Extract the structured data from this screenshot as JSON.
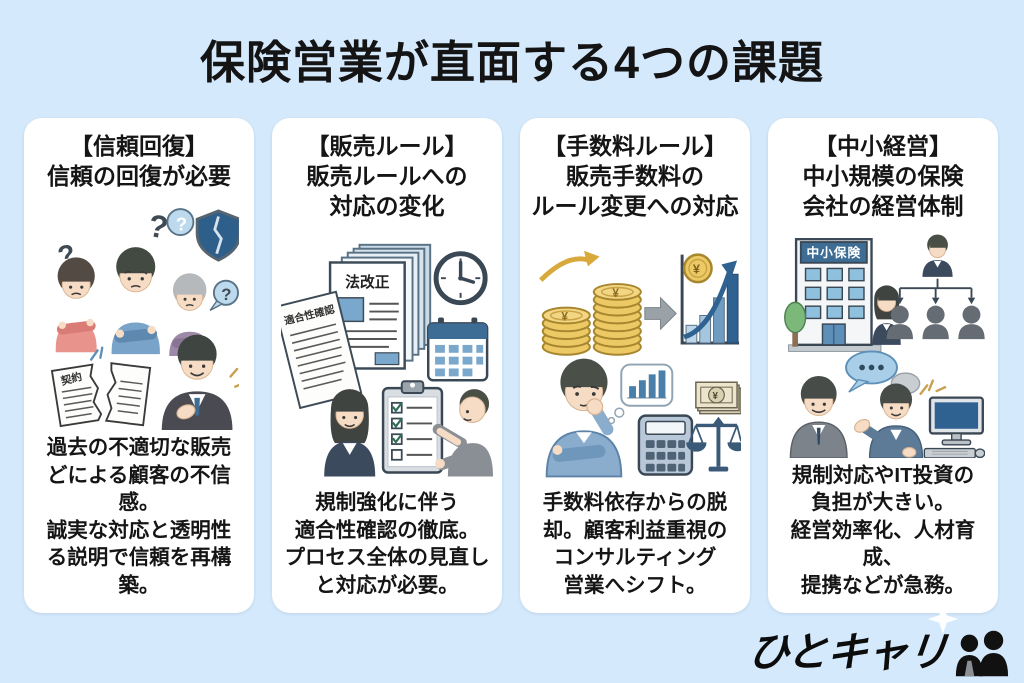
{
  "page": {
    "title": "保険営業が直面する4つの課題"
  },
  "colors": {
    "background": "#d5e9fc",
    "card": "#ffffff",
    "text": "#151515",
    "accent_blue": "#3d6d94",
    "light_blue": "#8fc0dd",
    "gold": "#ecc964"
  },
  "cards": [
    {
      "heading": "【信頼回復】\n信頼の回復が必要",
      "body": "過去の不適切な販売\nどによる顧客の不信感。\n誠実な対応と透明性\nる説明で信頼を再構築。",
      "labels": {
        "question": "?",
        "contract": "契約"
      }
    },
    {
      "heading": "【販売ルール】\n販売ルールへの\n対応の変化",
      "body": "規制強化に伴う\n適合性確認の徹底。\nプロセス全体の見直し\nと対応が必要。",
      "labels": {
        "law_revision": "法改正",
        "suitability": "適合性確認"
      }
    },
    {
      "heading": "【手数料ルール】\n販売手数料の\nルール変更への対応",
      "body": "手数料依存からの脱\n却。顧客利益重視の\nコンサルティング\n営業へシフト。",
      "labels": {
        "yen": "¥"
      }
    },
    {
      "heading": "【中小経営】\n中小規模の保険\n会社の経営体制",
      "body": "規制対応やIT投資の\n負担が大きい。\n経営効率化、人材育成、\n提携などが急務。",
      "labels": {
        "building_sign": "中小保険"
      }
    }
  ],
  "logo": {
    "text": "ひとキャリ"
  }
}
